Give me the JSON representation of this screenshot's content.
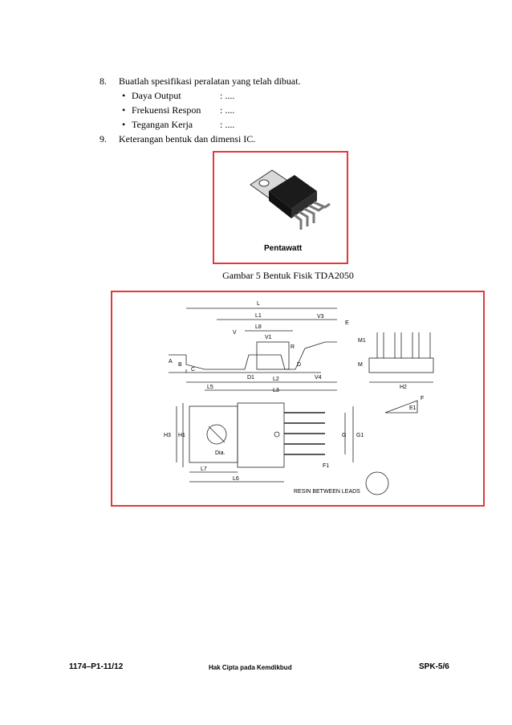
{
  "list": {
    "item8": {
      "number": "8.",
      "text": "Buatlah spesifikasi peralatan yang telah dibuat."
    },
    "specs": [
      {
        "label": "Daya Output",
        "value": ": ...."
      },
      {
        "label": "Frekuensi Respon",
        "value": ": ...."
      },
      {
        "label": "Tegangan Kerja",
        "value": ": ...."
      }
    ],
    "item9": {
      "number": "9.",
      "text": "Keterangan bentuk dan dimensi IC."
    }
  },
  "figure1": {
    "package_label": "Pentawatt",
    "caption": "Gambar 5 Bentuk Fisik TDA2050"
  },
  "figure2": {
    "dimension_labels": [
      "L",
      "L1",
      "L8",
      "V1",
      "V",
      "V3",
      "E",
      "R",
      "D1",
      "L2",
      "D",
      "V4",
      "A",
      "B",
      "C",
      "L5",
      "L3",
      "M1",
      "M",
      "H2",
      "F",
      "E1",
      "H3",
      "H1",
      "Dia.",
      "G",
      "G1",
      "F1",
      "L7",
      "L6"
    ],
    "resin_note": "RESIN BETWEEN LEADS"
  },
  "footer": {
    "left": "1174–P1-11/12",
    "center": "Hak Cipta pada Kemdikbud",
    "right": "SPK-5/6"
  },
  "colors": {
    "frame": "#e23a3a",
    "text": "#000000"
  }
}
